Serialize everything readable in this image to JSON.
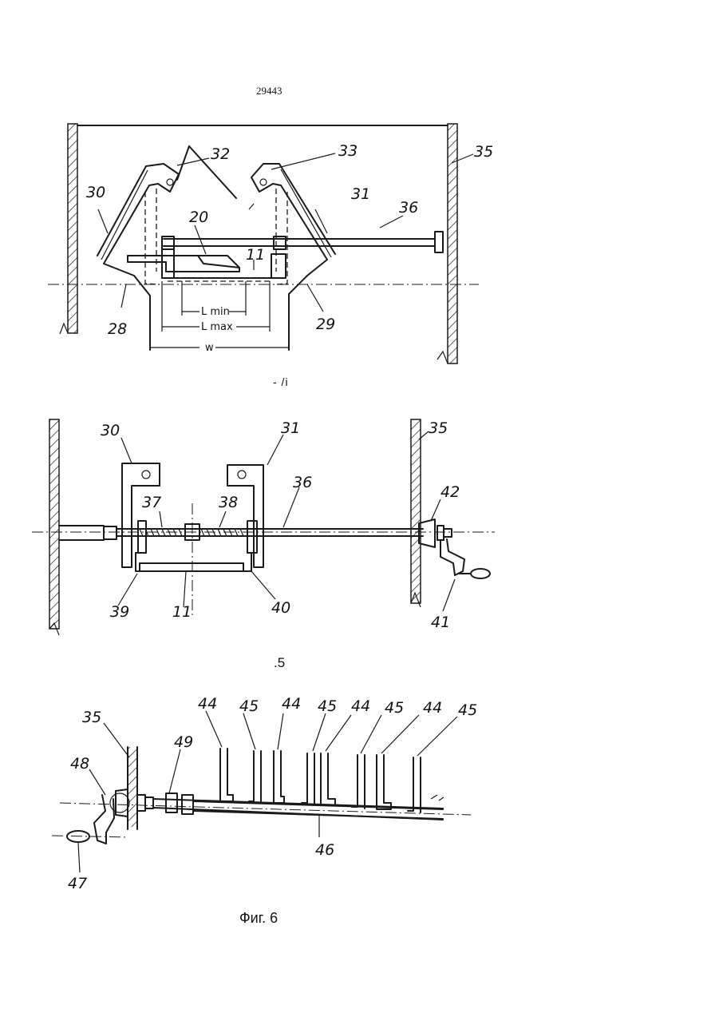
{
  "page_number": "29443",
  "figures": [
    {
      "caption": "- /i",
      "labels": {
        "n32": "32",
        "n33": "33",
        "n35": "35",
        "n30": "30",
        "n31": "31",
        "n36": "36",
        "n20": "20",
        "n11": "11",
        "n28": "28",
        "n29": "29",
        "lmin": "L min",
        "lmax": "L max",
        "w": "w"
      }
    },
    {
      "caption": ".5",
      "labels": {
        "n30": "30",
        "n31": "31",
        "n35": "35",
        "n37": "37",
        "n38": "38",
        "n36": "36",
        "n42": "42",
        "n39": "39",
        "n11": "11",
        "n40": "40",
        "n41": "41"
      }
    },
    {
      "caption": "Фиг. 6",
      "labels": {
        "n44a": "44",
        "n45a": "45",
        "n44b": "44",
        "n45b": "45",
        "n44c": "44",
        "n45c": "45",
        "n44d": "44",
        "n45d": "45",
        "n35": "35",
        "n49": "49",
        "n48": "48",
        "n46": "46",
        "n47": "47"
      }
    }
  ]
}
